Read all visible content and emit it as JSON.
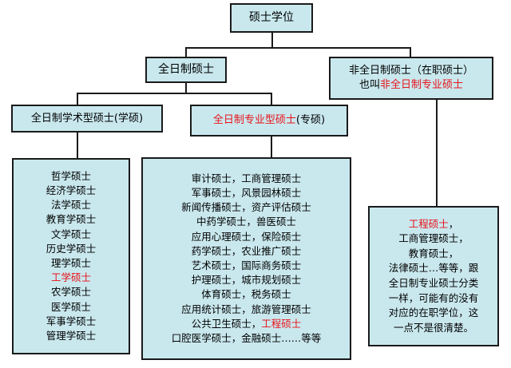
{
  "root": {
    "label": "硕士学位"
  },
  "fulltime": {
    "label": "全日制硕士"
  },
  "parttime": {
    "line1": "非全日制硕士（在职硕士）",
    "line2_prefix": "也叫",
    "line2_highlight": "非全日制专业硕士"
  },
  "academic": {
    "label": "全日制学术型硕士(学硕)"
  },
  "professional": {
    "label_highlight": "全日制专业型硕士",
    "label_suffix": "(专硕)"
  },
  "academic_list": [
    {
      "text": "哲学硕士",
      "highlight": false
    },
    {
      "text": "经济学硕士",
      "highlight": false
    },
    {
      "text": "法学硕士",
      "highlight": false
    },
    {
      "text": "教育学硕士",
      "highlight": false
    },
    {
      "text": "文学硕士",
      "highlight": false
    },
    {
      "text": "历史学硕士",
      "highlight": false
    },
    {
      "text": "理学硕士",
      "highlight": false
    },
    {
      "text": "工学硕士",
      "highlight": true
    },
    {
      "text": "农学硕士",
      "highlight": false
    },
    {
      "text": "医学硕士",
      "highlight": false
    },
    {
      "text": "军事学硕士",
      "highlight": false
    },
    {
      "text": "管理学硕士",
      "highlight": false
    }
  ],
  "professional_list": [
    "审计硕士，工商管理硕士",
    "军事硕士，风景园林硕士",
    "新闻传播硕士，资产评估硕士",
    "中药学硕士，兽医硕士",
    "应用心理硕士，保险硕士",
    "药学硕士，农业推广硕士",
    "艺术硕士，国际商务硕士",
    "护理硕士，城市规划硕士",
    "体育硕士，税务硕士",
    "应用统计硕士，旅游管理硕士"
  ],
  "professional_line11": {
    "prefix": "公共卫生硕士，",
    "highlight": "工程硕士"
  },
  "professional_line12": "口腔医学硕士，金融硕士……等等",
  "parttime_detail": {
    "highlight": "工程硕士",
    "highlight_suffix": "，",
    "lines": [
      "工商管理硕士，",
      "教育硕士，",
      "法律硕士…等等，跟",
      "全日制专业硕士分类",
      "一样，可能有的没有",
      "对应的在职学位，这",
      "一点不是很清楚。"
    ]
  }
}
